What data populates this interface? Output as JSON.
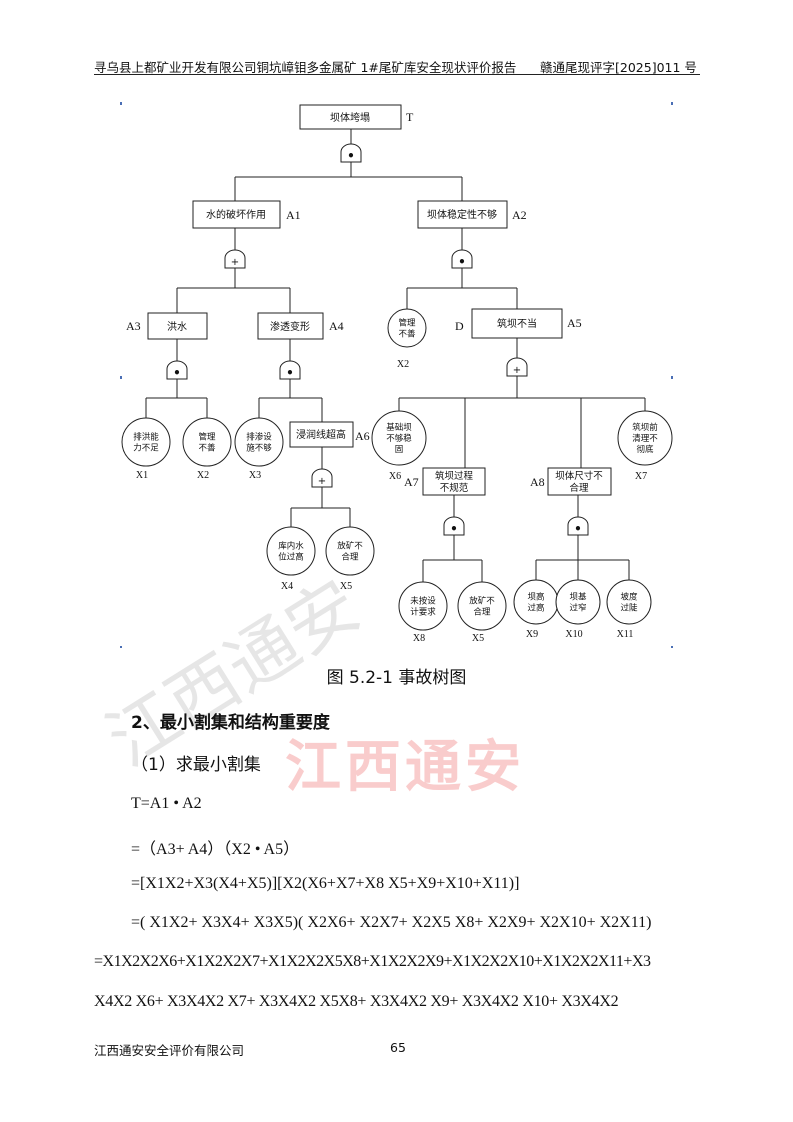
{
  "header": {
    "left": "寻乌县上都矿业开发有限公司铜坑嶂钼多金属矿 1#尾矿库安全现状评价报告",
    "right": "赣通尾现评字[2025]011 号"
  },
  "tree": {
    "nodes": {
      "T": "坝体垮塌",
      "T_label": "T",
      "A1": "水的破坏作用",
      "A1_label": "A1",
      "A2": "坝体稳定性不够",
      "A2_label": "A2",
      "A3": "洪水",
      "A3_label": "A3",
      "A4": "渗透变形",
      "A4_label": "A4",
      "A5": "筑坝不当",
      "A5_label": "A5",
      "A6": "浸润线超高",
      "A6_label": "A6",
      "A7": "筑坝过程不规范",
      "A7_label": "A7",
      "A8": "坝体尺寸不合理",
      "A8_label": "A8",
      "D_label": "D",
      "c_x2a": "管理不善",
      "c_x2a_label": "X2",
      "c_x1": "排洪能力不足",
      "c_x1_label": "X1",
      "c_x2b": "管理不善",
      "c_x2b_label": "X2",
      "c_x3": "排渗设施不够",
      "c_x3_label": "X3",
      "c_x4": "库内水位过高",
      "c_x4_label": "X4",
      "c_x5a": "放矿不合理",
      "c_x5a_label": "X5",
      "c_x6": "基础坝不够稳固",
      "c_x6_label": "X6",
      "c_x7": "筑坝前清理不彻底",
      "c_x7_label": "X7",
      "c_x8": "未按设计要求",
      "c_x8_label": "X8",
      "c_x5b": "放矿不合理",
      "c_x5b_label": "X5",
      "c_x9": "坝高过高",
      "c_x9_label": "X9",
      "c_x10": "坝基过窄",
      "c_x10_label": "X10",
      "c_x11": "坡度过陡",
      "c_x11_label": "X11"
    },
    "gate_and": "•",
    "gate_or": "+"
  },
  "caption": "图 5.2-1 事故树图",
  "watermark": "江西通安",
  "section_title": "2、最小割集和结构重要度",
  "sub_title": "（1）求最小割集",
  "equations": [
    "T=A1 • A2",
    "=（A3+ A4）（X2 • A5）",
    "=[X1X2+X3(X4+X5)][X2(X6+X7+X8 X5+X9+X10+X11)]",
    "=( X1X2+ X3X4+ X3X5)(  X2X6+ X2X7+ X2X5 X8+ X2X9+ X2X10+ X2X11)",
    "=X1X2X2X6+X1X2X2X7+X1X2X2X5X8+X1X2X2X9+X1X2X2X10+X1X2X2X11+X3",
    "X4X2  X6+  X3X4X2  X7+  X3X4X2  X5X8+  X3X4X2  X9+  X3X4X2  X10+  X3X4X2"
  ],
  "footer": {
    "left": "江西通安安全评价有限公司",
    "page": "65"
  }
}
